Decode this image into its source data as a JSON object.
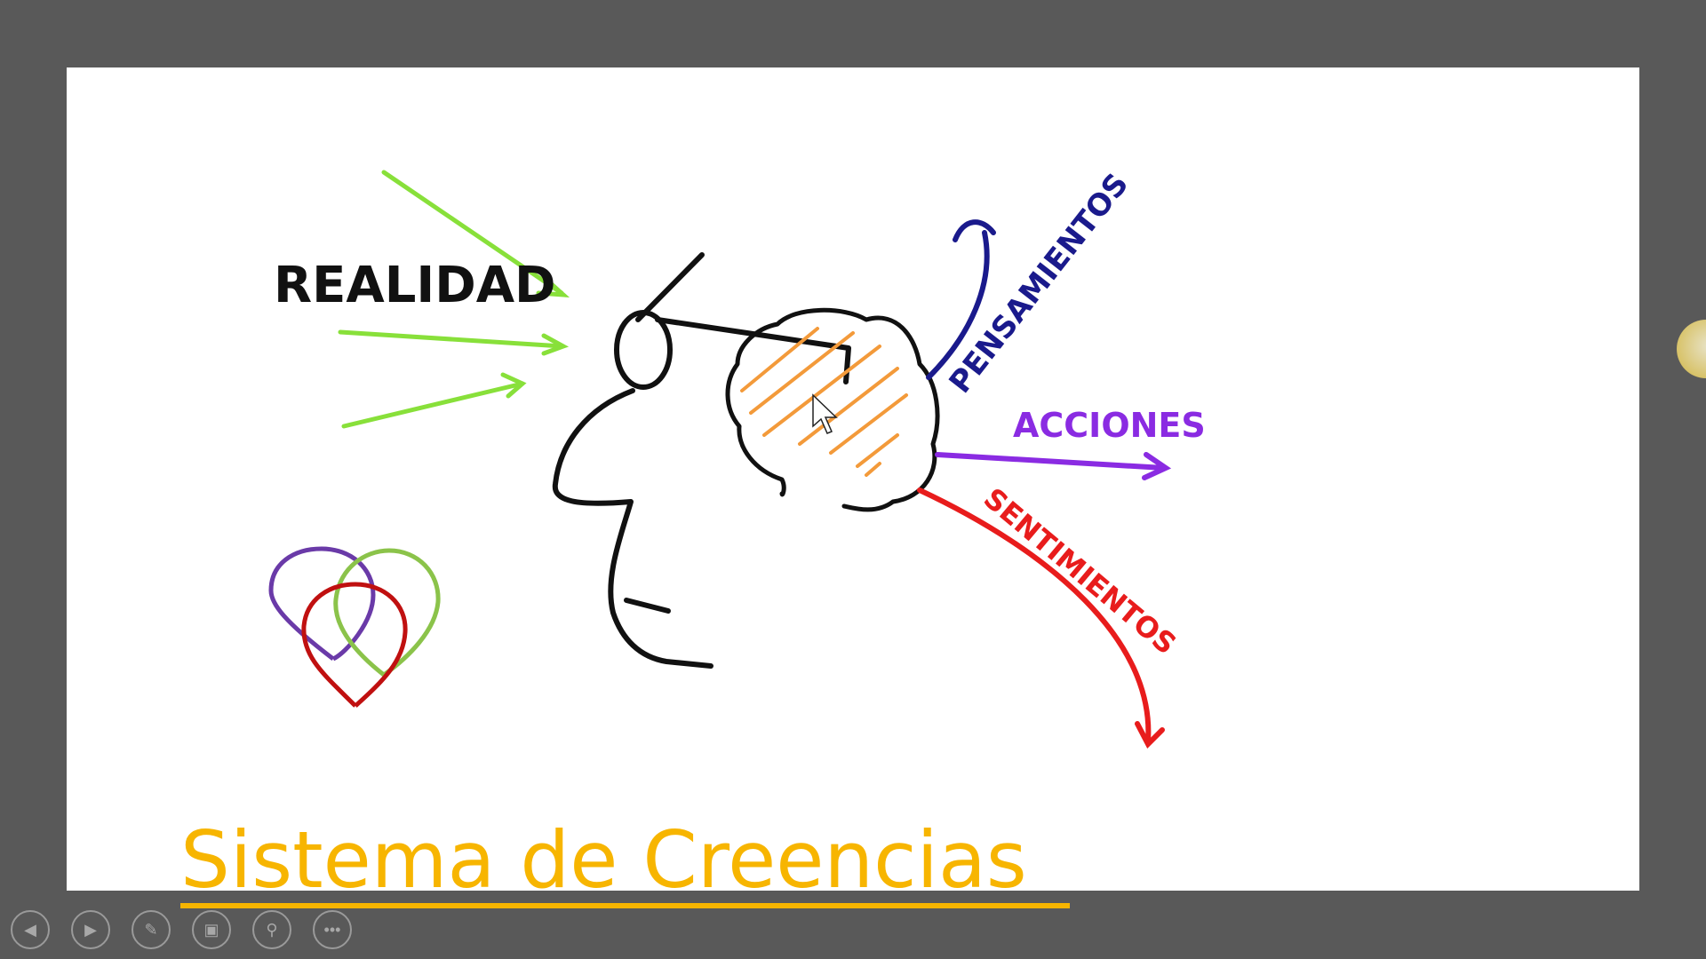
{
  "slide": {
    "title": "Sistema de Creencias ",
    "labels": {
      "realidad": "REALIDAD",
      "pensamientos": "PENSAMIENTOS",
      "acciones": "ACCIONES",
      "sentimientos": "SENTIMIENTOS"
    },
    "colors": {
      "title": "#f7b500",
      "reality_arrows": "#88e03a",
      "thoughts": "#1a1a8c",
      "actions": "#8a2be2",
      "feelings": "#e81c1c",
      "brain_hatch": "#f39a3a"
    }
  },
  "toolbar": {
    "buttons": [
      {
        "name": "previous",
        "icon": "triangle-left-icon"
      },
      {
        "name": "next",
        "icon": "triangle-right-icon"
      },
      {
        "name": "pen",
        "icon": "pen-icon"
      },
      {
        "name": "slides",
        "icon": "slides-grid-icon"
      },
      {
        "name": "zoom",
        "icon": "magnifier-icon"
      },
      {
        "name": "more",
        "icon": "ellipsis-icon"
      }
    ]
  }
}
